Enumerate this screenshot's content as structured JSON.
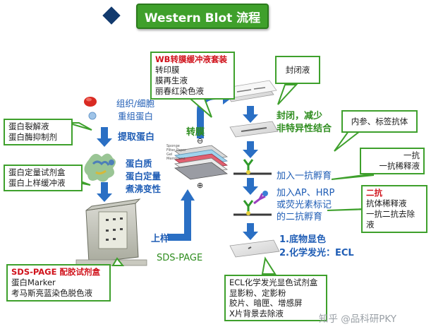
{
  "title": "Western Blot 流程",
  "left": {
    "box_lysis": [
      "蛋白裂解液",
      "蛋白酶抑制剂"
    ],
    "box_quant": [
      "蛋白定量试剂盒",
      "蛋白上样缓冲液"
    ],
    "box_sds": {
      "header": "SDS-PAGE 配胶试剂盒",
      "lines": [
        "蛋白Marker",
        "考马斯亮蓝染色脱色液"
      ]
    },
    "tissue_label": [
      "组织/细胞",
      "重组蛋白"
    ],
    "extract_label": "提取蛋白",
    "protein_label": [
      "蛋白质",
      "蛋白定量",
      "煮沸变性"
    ]
  },
  "middle": {
    "box_transfer": {
      "header": "WB转膜缓冲液套装",
      "lines": [
        "转印膜",
        "膜再生液",
        "丽春红染色液"
      ]
    },
    "transfer_label": "转膜",
    "load_label": "上样",
    "sds_label": "SDS-PAGE",
    "sandwich_top": "⊖",
    "sandwich_bottom": "⊕",
    "sandwich_small": [
      "Sponge",
      "Filter Paper",
      "Gel",
      "Membrane"
    ]
  },
  "right": {
    "box_block": "封闭液",
    "block_label": [
      "封闭，减少",
      "非特异性结合"
    ],
    "box_ref": "内参、标签抗体",
    "box_primary": [
      "一抗",
      "一抗稀释液"
    ],
    "primary_label": "加入一抗孵育",
    "box_secondary": {
      "header": "二抗",
      "lines": [
        "抗体稀释液",
        "一抗二抗去除液"
      ]
    },
    "secondary_label": [
      "加入AP、HRP",
      "或荧光素标记",
      "的二抗孵育"
    ],
    "detect_label": [
      "1.底物显色",
      "2.化学发光：ECL"
    ],
    "box_ecl": [
      "ECL化学发光显色试剂盒",
      "显影粉、定影粉",
      "胶片、暗匣、增感屏",
      "X片背景去除液"
    ]
  },
  "watermark": "知乎 @品科研PKY",
  "colors": {
    "green": "#3ea02c",
    "blue": "#2a6fc4",
    "red": "#d0121b",
    "navy": "#123a6e"
  }
}
